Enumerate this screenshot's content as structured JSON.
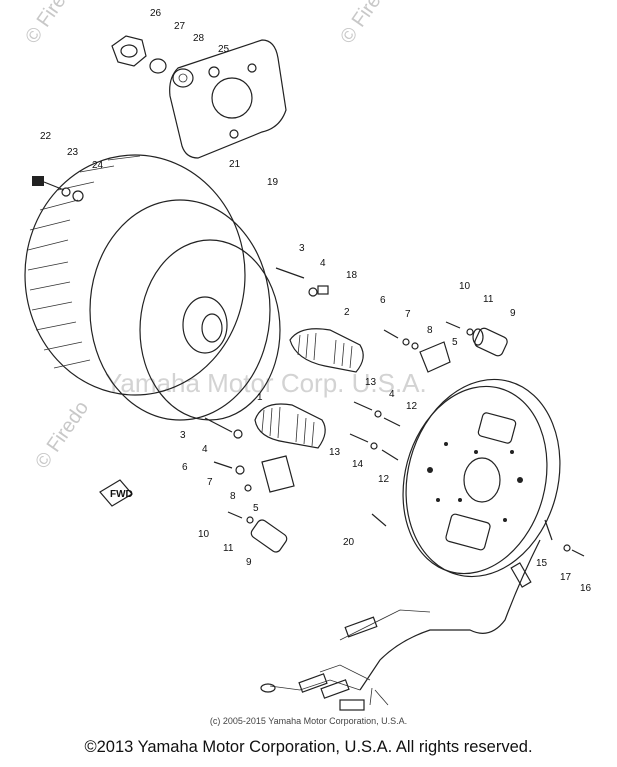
{
  "watermark": {
    "brand": "© Firedo",
    "center_text": "Yamaha Motor Corp. U.S.A."
  },
  "part_numbers": [
    "26",
    "27",
    "28",
    "25",
    "22",
    "23",
    "24",
    "21",
    "19",
    "3",
    "4",
    "18",
    "2",
    "6",
    "7",
    "8",
    "5",
    "10",
    "11",
    "9",
    "13",
    "4",
    "12",
    "1",
    "3",
    "4",
    "13",
    "14",
    "12",
    "6",
    "7",
    "8",
    "5",
    "10",
    "11",
    "9",
    "20",
    "15",
    "17",
    "16"
  ],
  "small_copyright": "(c) 2005-2015 Yamaha Motor Corporation, U.S.A.",
  "footer": "©2013 Yamaha Motor Corporation, U.S.A. All rights reserved.",
  "fwd_label": "FWD"
}
